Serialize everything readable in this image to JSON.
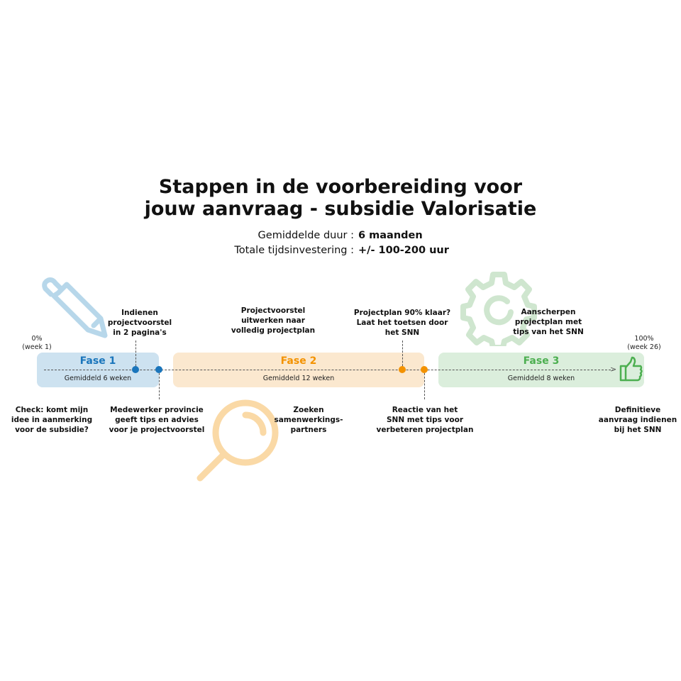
{
  "title": {
    "line1": "Stappen in de voorbereiding voor",
    "line2": "jouw aanvraag - subsidie Valorisatie"
  },
  "meta": {
    "duration_label": "Gemiddelde duur :",
    "duration_value": "6 maanden",
    "investment_label": "Totale tijdsinvestering :",
    "investment_value": "+/- 100-200 uur"
  },
  "start": {
    "pct": "0%",
    "week": "(week 1)"
  },
  "end": {
    "pct": "100%",
    "week": "(week 26)"
  },
  "phases": [
    {
      "name": "Fase 1",
      "avg": "Gemiddeld 6 weken",
      "color": "#1a75bb",
      "bg": "#cde2f0"
    },
    {
      "name": "Fase 2",
      "avg": "Gemiddeld 12 weken",
      "color": "#f39200",
      "bg": "#fbe8cf"
    },
    {
      "name": "Fase 3",
      "avg": "Gemiddeld 8 weken",
      "color": "#4caf50",
      "bg": "#dbeedc"
    }
  ],
  "steps_top": [
    {
      "l1": "Indienen",
      "l2": "projectvoorstel",
      "l3": "in 2 pagina's"
    },
    {
      "l1": "Projectvoorstel",
      "l2": "uitwerken naar",
      "l3": "volledig projectplan"
    },
    {
      "l1": "Projectplan 90% klaar?",
      "l2": "Laat het toetsen door",
      "l3": "het SNN"
    },
    {
      "l1": "Aanscherpen",
      "l2": "projectplan met",
      "l3": "tips van het SNN"
    }
  ],
  "steps_bottom": [
    {
      "l1": "Check: komt mijn",
      "l2": "idee in aanmerking",
      "l3": "voor de subsidie?"
    },
    {
      "l1": "Medewerker provincie",
      "l2": "geeft tips en advies",
      "l3": "voor je projectvoorstel"
    },
    {
      "l1": "Zoeken",
      "l2": "samenwerkings-",
      "l3": "partners"
    },
    {
      "l1": "Reactie van het",
      "l2": "SNN met tips voor",
      "l3": "verbeteren projectplan"
    },
    {
      "l1": "Definitieve",
      "l2": "aanvraag indienen",
      "l3": "bij het SNN"
    }
  ]
}
